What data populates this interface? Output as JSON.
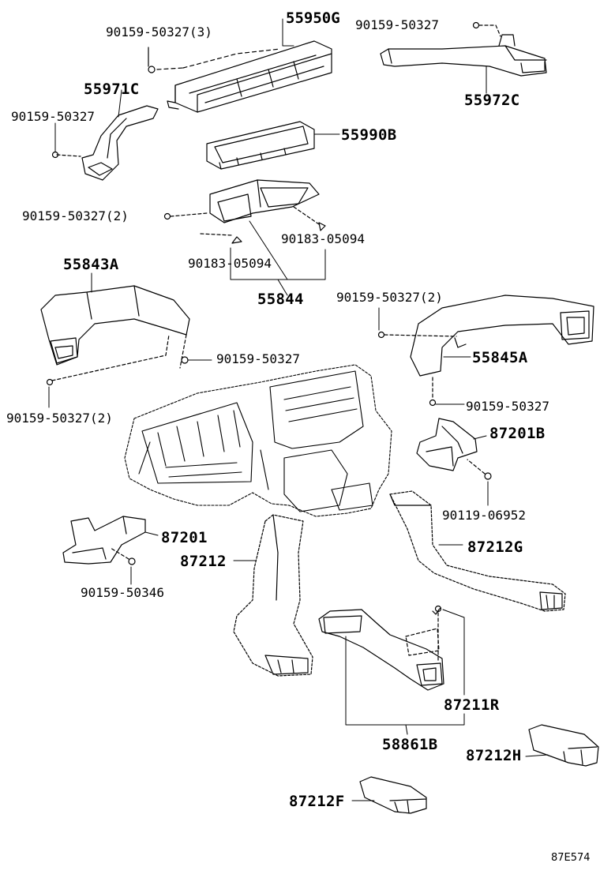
{
  "labels": {
    "p55950G": "55950G",
    "b90159_50327_3": "90159-50327(3)",
    "b90159_50327_top": "90159-50327",
    "p55972C": "55972C",
    "p55971C": "55971C",
    "b90159_50327_left": "90159-50327",
    "p55990B": "55990B",
    "b90159_50327_2_mid": "90159-50327(2)",
    "c90183_05094_right": "90183-05094",
    "c90183_05094_left": "90183-05094",
    "p55844": "55844",
    "p55843A": "55843A",
    "b90159_50327_2_right": "90159-50327(2)",
    "p55845A": "55845A",
    "b90159_50327_center": "90159-50327",
    "b90159_50327_2_left": "90159-50327(2)",
    "b90159_50327_right2": "90159-50327",
    "p87201B": "87201B",
    "b90119_06952": "90119-06952",
    "p87201": "87201",
    "p87212": "87212",
    "p87212G": "87212G",
    "b90159_50346": "90159-50346",
    "p87211R": "87211R",
    "p58861B": "58861B",
    "p87212H": "87212H",
    "p87212F": "87212F",
    "diagram_code": "87E574"
  }
}
